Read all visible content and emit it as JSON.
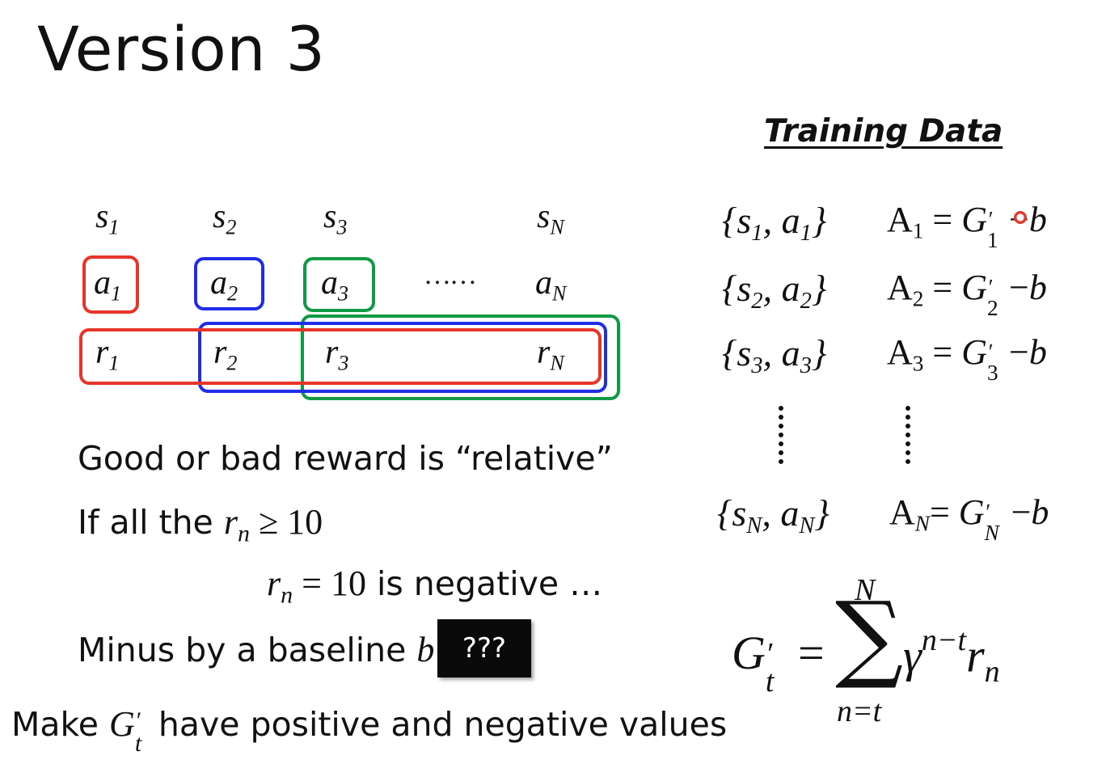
{
  "title": "Version 3",
  "sequence": {
    "states": [
      {
        "base": "s",
        "sub": "1"
      },
      {
        "base": "s",
        "sub": "2"
      },
      {
        "base": "s",
        "sub": "3"
      },
      {
        "base": "s",
        "sub": "N"
      }
    ],
    "actions": [
      {
        "base": "a",
        "sub": "1"
      },
      {
        "base": "a",
        "sub": "2"
      },
      {
        "base": "a",
        "sub": "3"
      },
      {
        "base": "a",
        "sub": "N"
      }
    ],
    "rewards": [
      {
        "base": "r",
        "sub": "1"
      },
      {
        "base": "r",
        "sub": "2"
      },
      {
        "base": "r",
        "sub": "3"
      },
      {
        "base": "r",
        "sub": "N"
      }
    ],
    "ellipsis": "……",
    "box_colors": {
      "red": "#e8352a",
      "blue": "#1f2ee6",
      "green": "#129944"
    }
  },
  "notes": {
    "line1": "Good or bad reward is “relative”",
    "line2_prefix": "If all the ",
    "r": "r",
    "n": "n",
    "geq": " ≥ 10",
    "line3_eq": " = 10",
    "line3_suffix": " is negative …",
    "line4_prefix": "Minus by a baseline ",
    "b": "b",
    "hidden_box": "???",
    "line5_prefix": "Make ",
    "G": "G",
    "prime": "′",
    "t": "t",
    "line5_suffix": " have positive and negative values"
  },
  "training_data": {
    "title": "Training Data",
    "rows": [
      {
        "s": "1",
        "a": "1",
        "A": "A",
        "A_sub": "1",
        "eq": "=",
        "G": "G",
        "G_sub": "1",
        "prime": "′",
        "minus": "−",
        "b": "b"
      },
      {
        "s": "2",
        "a": "2",
        "A": "A",
        "A_sub": "2",
        "eq": "=",
        "G": "G",
        "G_sub": "2",
        "prime": "′",
        "minus": "−",
        "b": "b"
      },
      {
        "s": "3",
        "a": "3",
        "A": "A",
        "A_sub": "3",
        "eq": "=",
        "G": "G",
        "G_sub": "3",
        "prime": "′",
        "minus": "−",
        "b": "b"
      },
      {
        "s": "N",
        "a": "N",
        "A": "A",
        "A_sub": "N",
        "eq": "=",
        "G": "G",
        "G_sub": "N",
        "prime": "′",
        "minus": "−",
        "b": "b"
      }
    ]
  },
  "formula": {
    "lhs": "G",
    "lhs_sup": "′",
    "lhs_sub": "t",
    "eq": "=",
    "sum": "∑",
    "upper": "N",
    "lower": "n=t",
    "gamma": "γ",
    "exponent": "n−t",
    "r": "r",
    "r_sub": "n"
  }
}
